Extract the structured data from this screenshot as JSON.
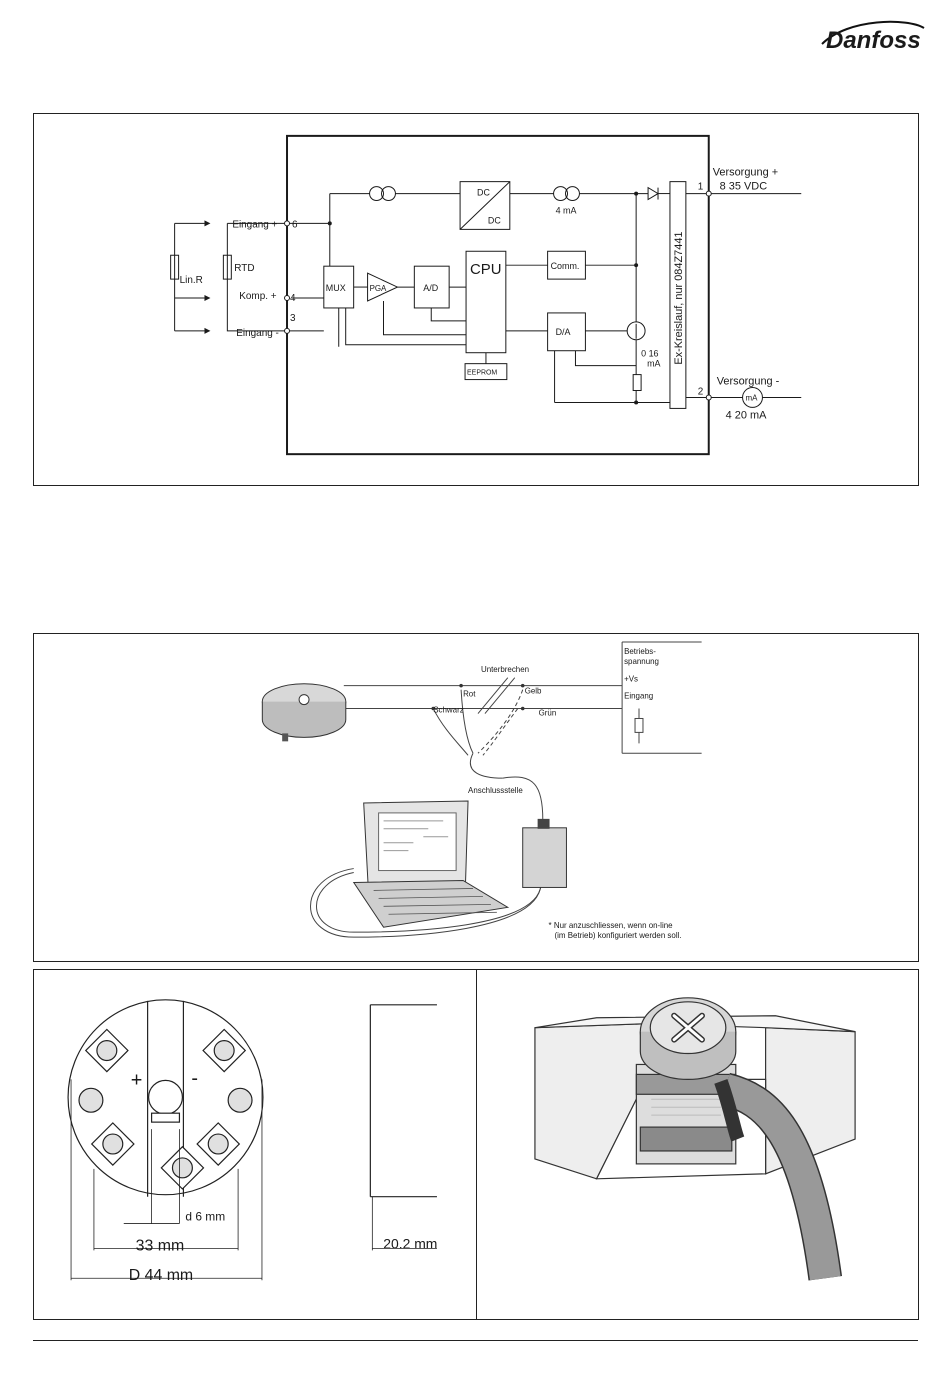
{
  "logo": {
    "text": "Danfoss"
  },
  "block_diagram": {
    "terminals": {
      "t6": "6",
      "t4": "4",
      "t3": "3",
      "t1": "1",
      "t2": "2"
    },
    "labels": {
      "eingang_plus": "Eingang +",
      "komp_plus": "Komp. +",
      "eingang_minus": "Eingang -",
      "rtd": "RTD",
      "lin_r": "Lin.R",
      "versorgung_plus": "Versorgung +",
      "v_range": "8   35 VDC",
      "versorgung_minus": "Versorgung -",
      "current_range": "4   20 mA",
      "ex_circuit": "Ex-Kreislauf, nur 084Z7441",
      "four_ma": "4  mA",
      "zero_sixteen": "0    16",
      "ma_small": "mA"
    },
    "blocks": {
      "dc_top": "DC",
      "dc_bottom": "DC",
      "mux": "MUX",
      "pga": "PGA",
      "ad": "A/D",
      "cpu": "CPU",
      "comm": "Comm.",
      "da": "D/A",
      "eeprom": "EEPROM",
      "ma_meter": "mA"
    }
  },
  "wiring_diagram": {
    "labels": {
      "unterbrechen": "Unterbrechen",
      "rot": "Rot",
      "gelb": "Gelb",
      "schwarz": "Schwarz",
      "gruen": "Grün",
      "betriebs_1": "Betriebs-",
      "betriebs_2": "spannung",
      "vs": "+Vs",
      "eingang": "Eingang",
      "anschlussstelle": "Anschlussstelle",
      "note_1": "* Nur anzuschliessen, wenn on-line",
      "note_2": "(im Betrieb) konfiguriert werden soll."
    }
  },
  "dimensions": {
    "plus": "+",
    "minus": "-",
    "d6": "d 6 mm",
    "d33": "33 mm",
    "d44": "D 44 mm",
    "h20": "20.2 mm"
  }
}
